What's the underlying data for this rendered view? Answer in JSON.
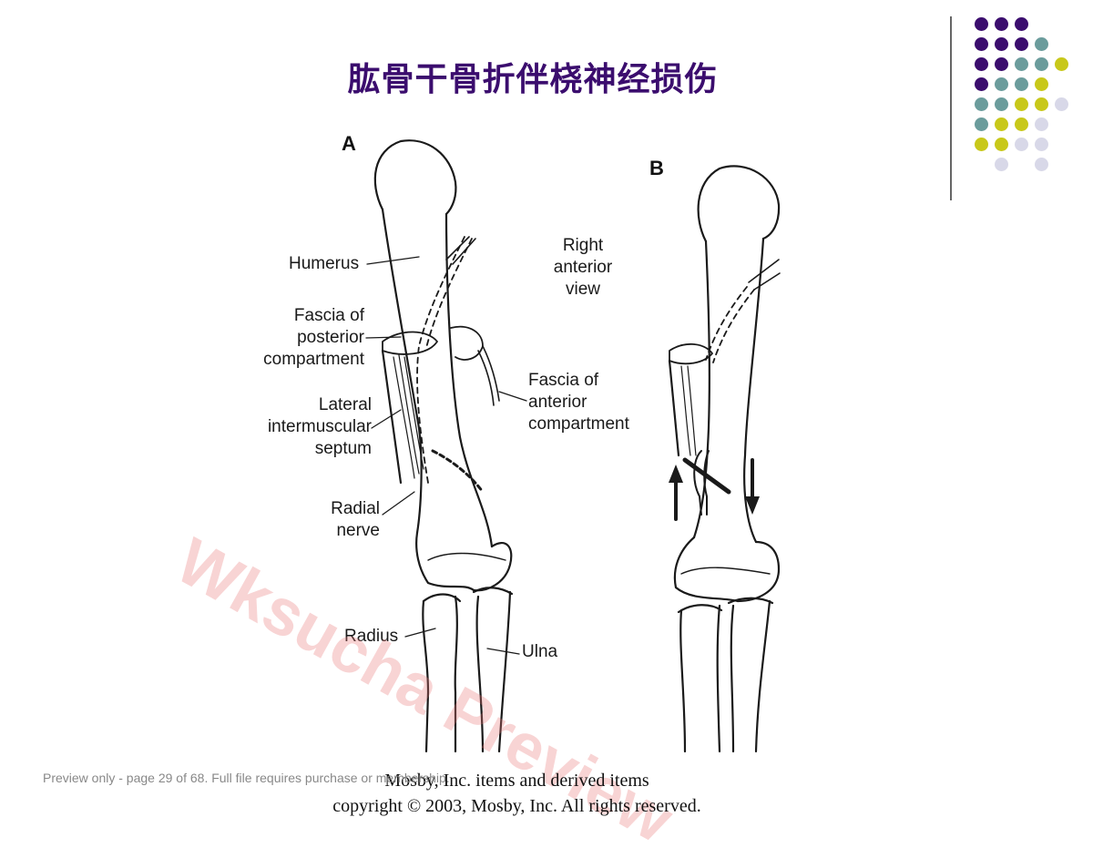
{
  "slide": {
    "title": "肱骨干骨折伴桡神经损伤"
  },
  "decoration": {
    "colors": {
      "purple": "#3b0d6e",
      "teal": "#6b9c9c",
      "yellow": "#c8c81a",
      "lavender": "#d8d8e8"
    },
    "rows": [
      [
        "purple",
        "purple",
        "purple",
        "",
        "",
        ""
      ],
      [
        "purple",
        "purple",
        "purple",
        "teal",
        "",
        ""
      ],
      [
        "purple",
        "purple",
        "teal",
        "teal",
        "yellow",
        ""
      ],
      [
        "purple",
        "teal",
        "teal",
        "yellow",
        "",
        ""
      ],
      [
        "teal",
        "teal",
        "yellow",
        "yellow",
        "lavender",
        ""
      ],
      [
        "teal",
        "yellow",
        "yellow",
        "lavender",
        "",
        ""
      ],
      [
        "yellow",
        "yellow",
        "lavender",
        "lavender",
        "",
        ""
      ],
      [
        "",
        "lavender",
        "",
        "lavender",
        "",
        ""
      ]
    ]
  },
  "figure": {
    "panel_a": "A",
    "panel_b": "B",
    "labels": {
      "humerus": "Humerus",
      "fascia_post_1": "Fascia of",
      "fascia_post_2": "posterior",
      "fascia_post_3": "compartment",
      "lateral_1": "Lateral",
      "lateral_2": "intermuscular",
      "lateral_3": "septum",
      "radial_1": "Radial",
      "radial_2": "nerve",
      "radius": "Radius",
      "ulna": "Ulna",
      "view_1": "Right",
      "view_2": "anterior",
      "view_3": "view",
      "fascia_ant_1": "Fascia of",
      "fascia_ant_2": "anterior",
      "fascia_ant_3": "compartment"
    }
  },
  "watermark": "Wksucha Preview",
  "copyright": {
    "line1": "Mosby, Inc. items and derived items",
    "line2": "copyright © 2003, Mosby, Inc. All rights reserved."
  },
  "preview_note": "Preview only - page 29 of 68. Full file requires purchase or membership."
}
